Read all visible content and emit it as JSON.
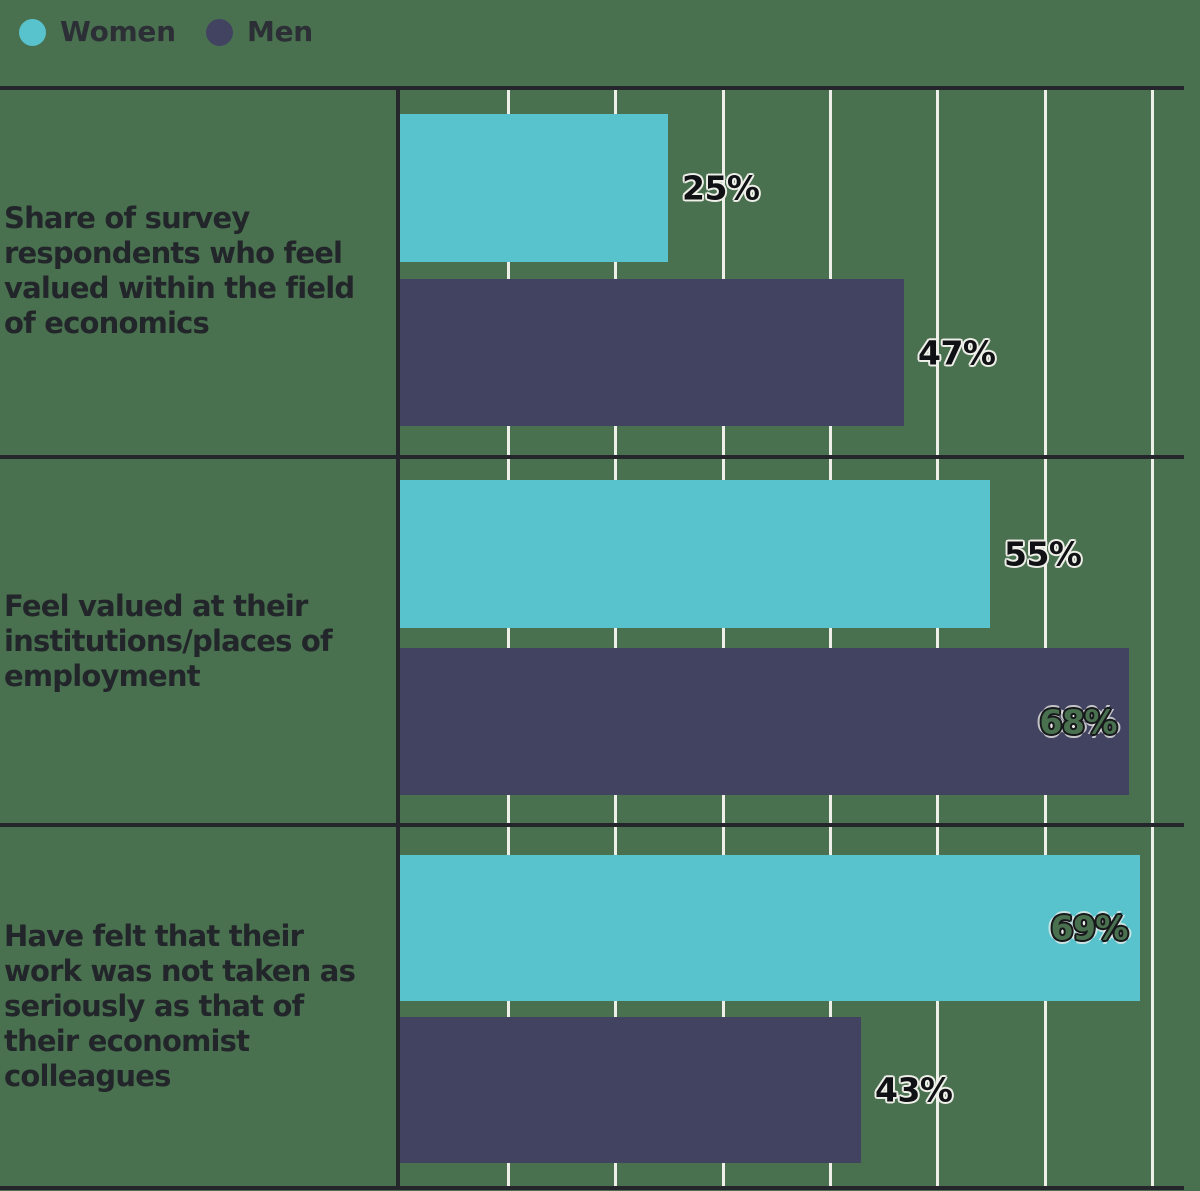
{
  "colors": {
    "background": "#49714F",
    "women": "#58C3CC",
    "men": "#414361",
    "rule": "#24262B",
    "gridline": "#EFEFEA",
    "text": "#222529"
  },
  "legend": {
    "items": [
      {
        "label": "Women",
        "color": "#58C3CC"
      },
      {
        "label": "Men",
        "color": "#414361"
      }
    ]
  },
  "chart_data": {
    "type": "bar",
    "orientation": "horizontal",
    "title": "",
    "xlabel": "",
    "ylabel": "",
    "categories": [
      "Share of survey\nrespondents who feel\nvalued within the field\nof economics",
      "Feel valued at their\ninstitutions/places of\nemployment",
      "Have felt that their\nwork was not taken as\nseriously as that of\ntheir economist\ncolleagues"
    ],
    "series": [
      {
        "name": "Women",
        "color": "#58C3CC",
        "values": [
          25,
          55,
          69
        ],
        "labels": [
          "25%",
          "55%",
          "69%"
        ],
        "label_inside": [
          false,
          false,
          true
        ]
      },
      {
        "name": "Men",
        "color": "#414361",
        "values": [
          47,
          68,
          43
        ],
        "labels": [
          "47%",
          "68%",
          "43%"
        ],
        "label_inside": [
          false,
          true,
          false
        ]
      }
    ],
    "xlim": [
      0,
      74.6
    ],
    "gridline_interval": 10,
    "grid": "on",
    "legend_position": "top-left",
    "unit": "%"
  }
}
